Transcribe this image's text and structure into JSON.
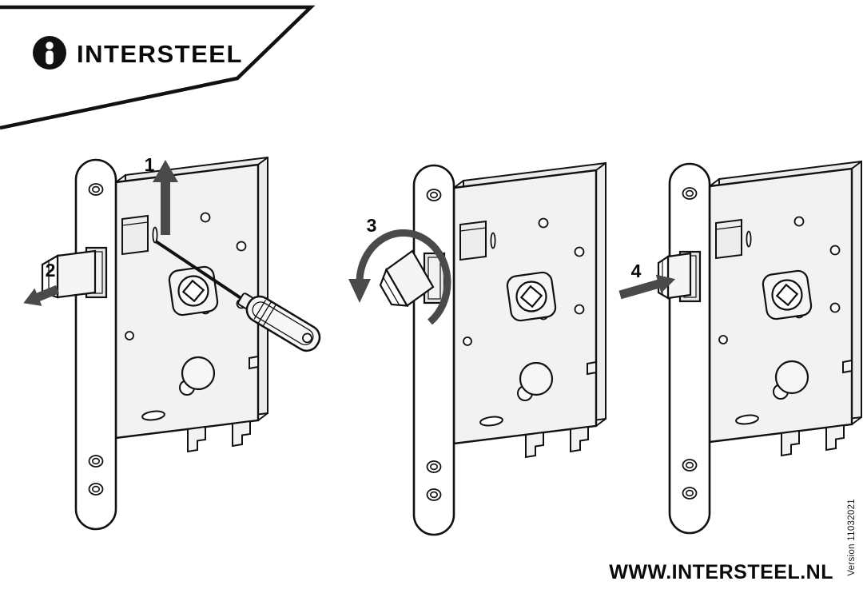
{
  "brand": {
    "name": "INTERSTEEL",
    "logo_icon": "info-circle-icon"
  },
  "steps": [
    {
      "number": "1",
      "icon": "arrow-up-icon"
    },
    {
      "number": "2",
      "icon": "arrow-left-icon"
    },
    {
      "number": "3",
      "icon": "rotate-arrow-icon"
    },
    {
      "number": "4",
      "icon": "arrow-right-icon"
    }
  ],
  "footer": {
    "website": "WWW.INTERSTEEL.NL",
    "version": "Version 11032021"
  },
  "colors": {
    "outline": "#111111",
    "arrow": "#4a4a4a",
    "metal_light": "#f2f2f2"
  }
}
